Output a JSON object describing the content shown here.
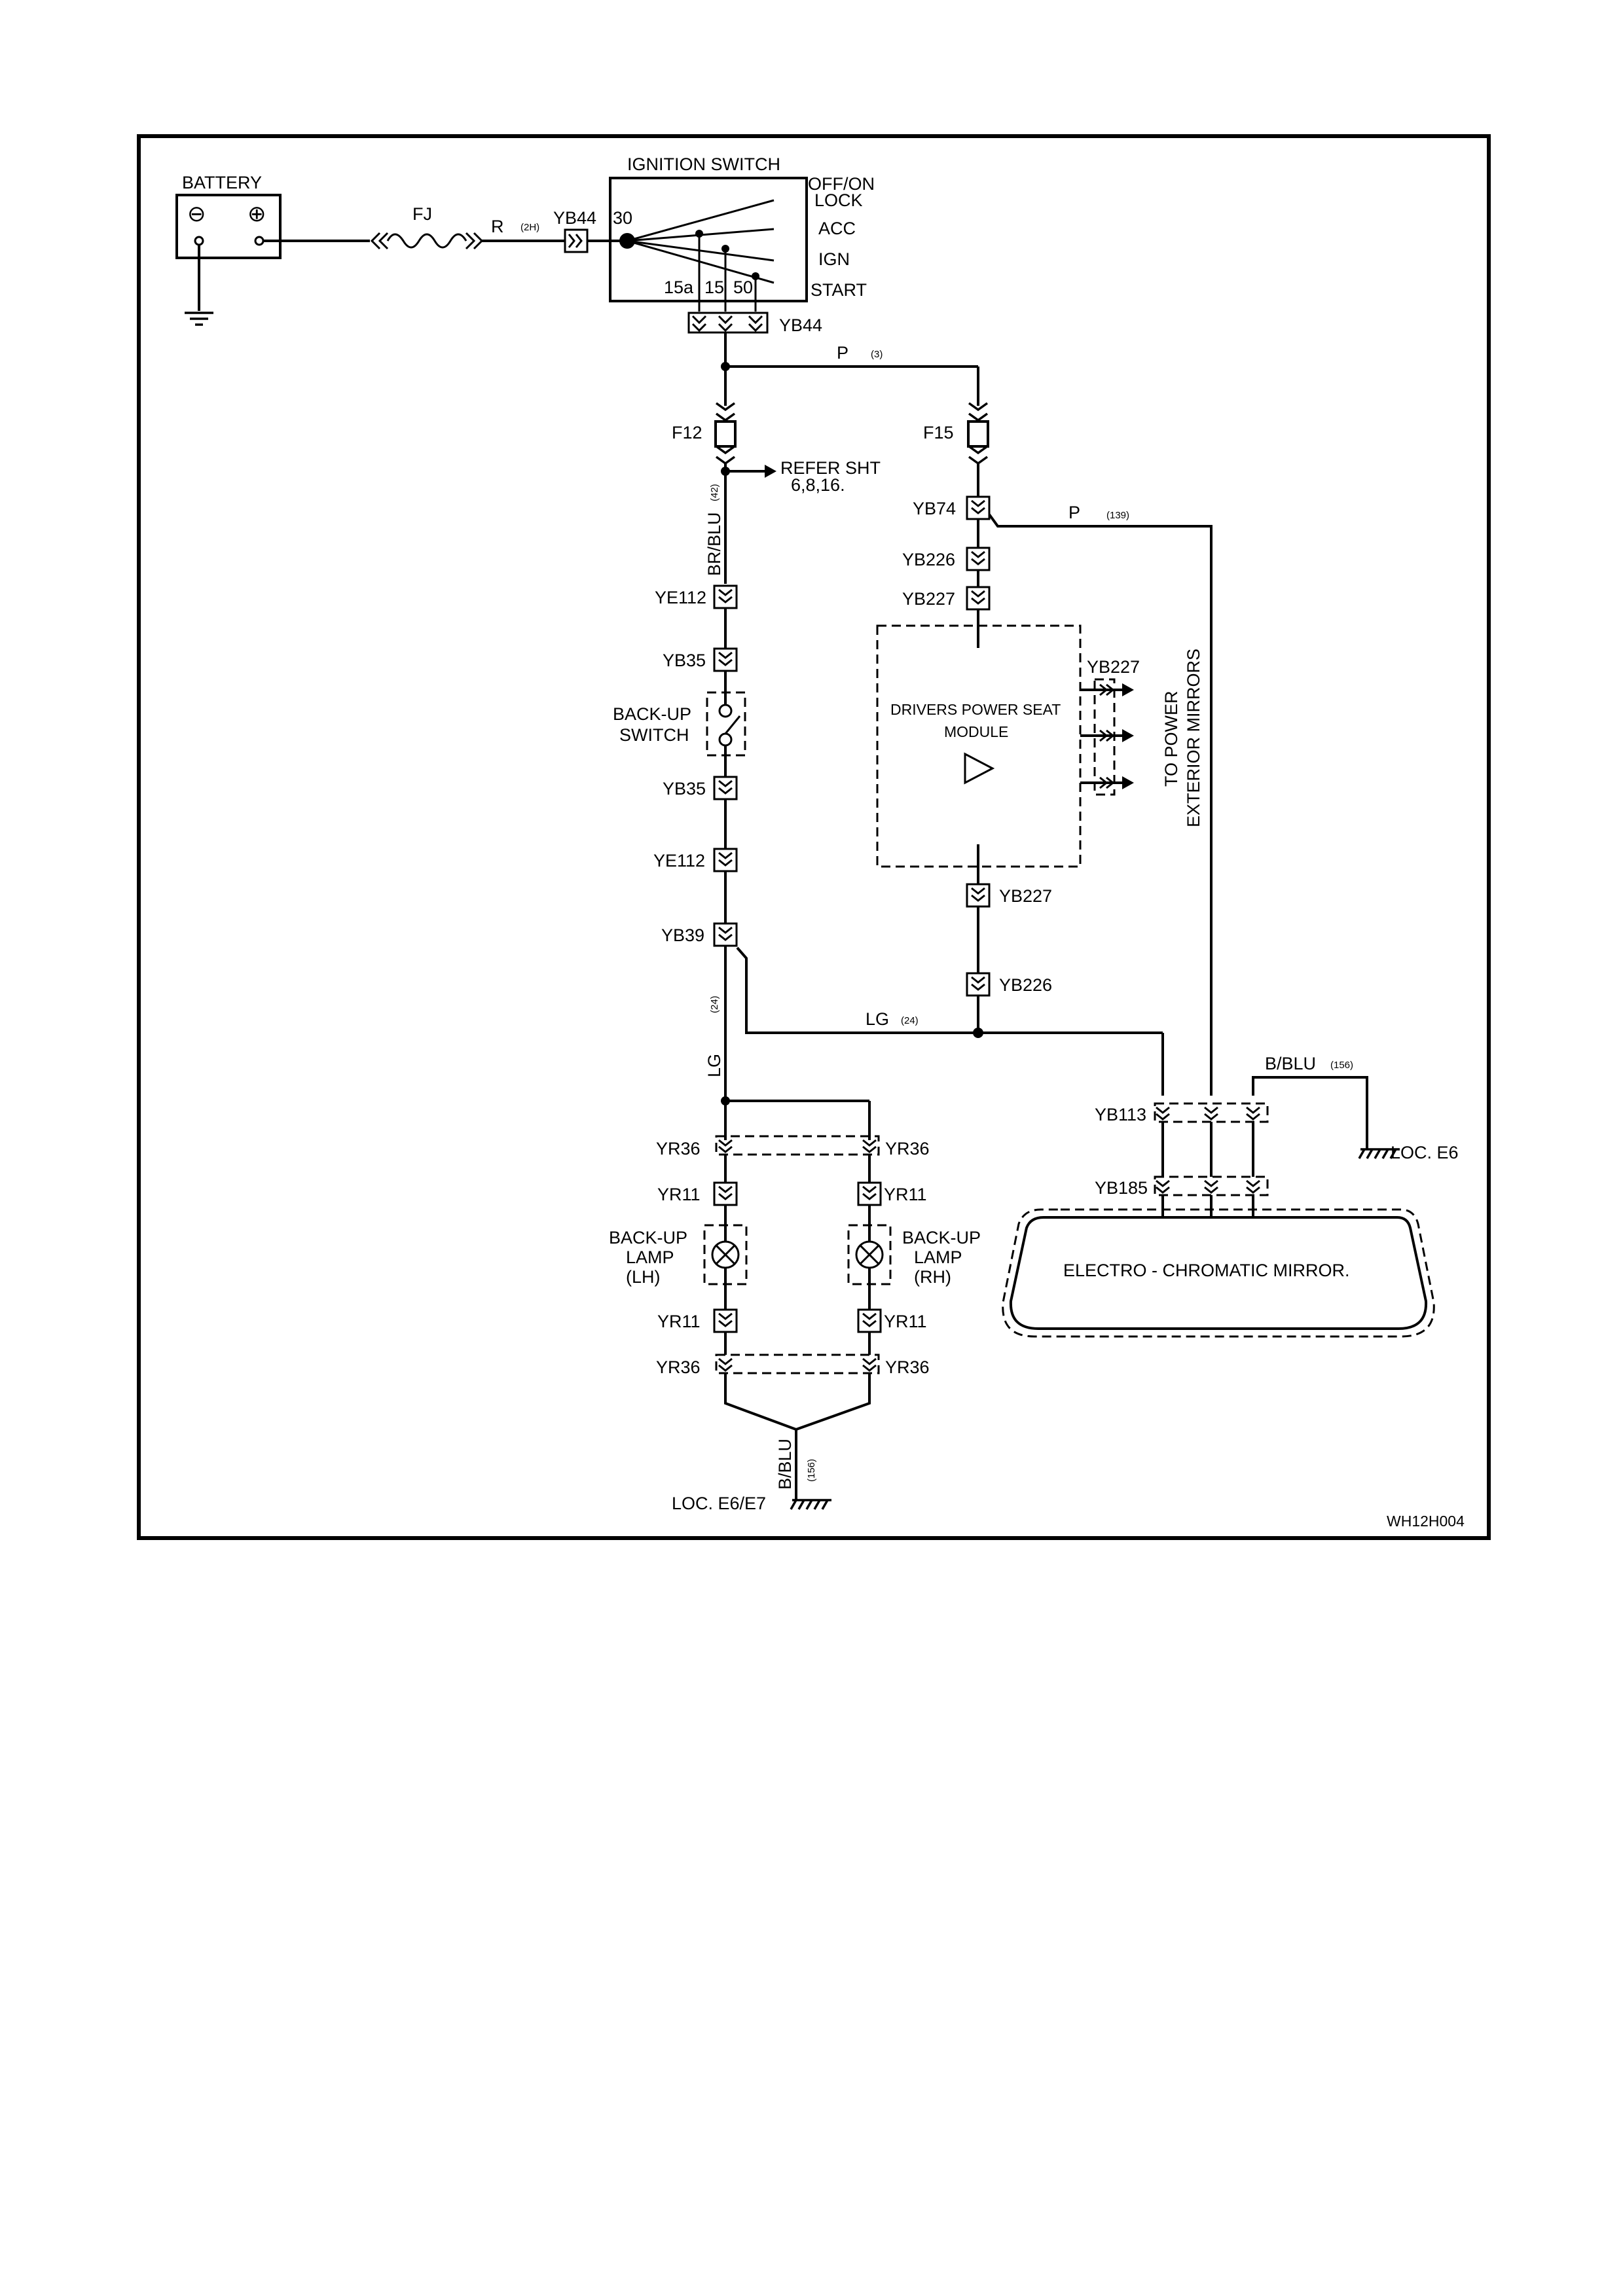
{
  "labels": {
    "battery": "BATTERY",
    "battery_neg": "⊖",
    "battery_pos": "⊕",
    "fuse_fj": "FJ",
    "wire_r": "R",
    "wire_r_num": "(2H)",
    "yb44_in": "YB44",
    "ign_title": "IGNITION SWITCH",
    "ign_30": "30",
    "ign_offon": "OFF/ON",
    "ign_lock": "LOCK",
    "ign_acc": "ACC",
    "ign_ign": "IGN",
    "ign_start": "START",
    "ign_15a": "15a",
    "ign_15": "15",
    "ign_50": "50",
    "yb44_out": "YB44",
    "wire_p": "P",
    "wire_p_num": "(3)",
    "f12": "F12",
    "f15": "F15",
    "refer_1": "REFER SHT",
    "refer_2": "6,8,16.",
    "br_blu": "BR/BLU",
    "br_blu_num": "(42)",
    "yb74": "YB74",
    "wire_p2": "P",
    "wire_p2_num": "(139)",
    "yb226_top": "YB226",
    "yb227_top": "YB227",
    "ye112_top": "YE112",
    "yb35_top": "YB35",
    "backup_sw_1": "BACK-UP",
    "backup_sw_2": "SWITCH",
    "yb35_bot": "YB35",
    "ye112_bot": "YE112",
    "yb39": "YB39",
    "lg_num_v": "(24)",
    "lg_v": "LG",
    "dps_1": "DRIVERS POWER SEAT",
    "dps_2": "MODULE",
    "yb227_side": "YB227",
    "to_power_1": "TO POWER",
    "to_power_2": "EXTERIOR MIRRORS",
    "yb227_bot": "YB227",
    "yb226_bot": "YB226",
    "lg_h": "LG",
    "lg_h_num": "(24)",
    "bblu_r": "B/BLU",
    "bblu_r_num": "(156)",
    "loc_e6": "LOC. E6",
    "yb113": "YB113",
    "yb185": "YB185",
    "ec_mirror": "ELECTRO - CHROMATIC MIRROR.",
    "yr36_l1": "YR36",
    "yr36_r1": "YR36",
    "yr11_l1": "YR11",
    "yr11_r1": "YR11",
    "lamp_lh_1": "BACK-UP",
    "lamp_lh_2": "LAMP",
    "lamp_lh_3": "(LH)",
    "lamp_rh_1": "BACK-UP",
    "lamp_rh_2": "LAMP",
    "lamp_rh_3": "(RH)",
    "yr11_l2": "YR11",
    "yr11_r2": "YR11",
    "yr36_l2": "YR36",
    "yr36_r2": "YR36",
    "bblu_b": "B/BLU",
    "bblu_b_num": "(156)",
    "loc_e6e7": "LOC. E6/E7",
    "code": "WH12H004"
  }
}
